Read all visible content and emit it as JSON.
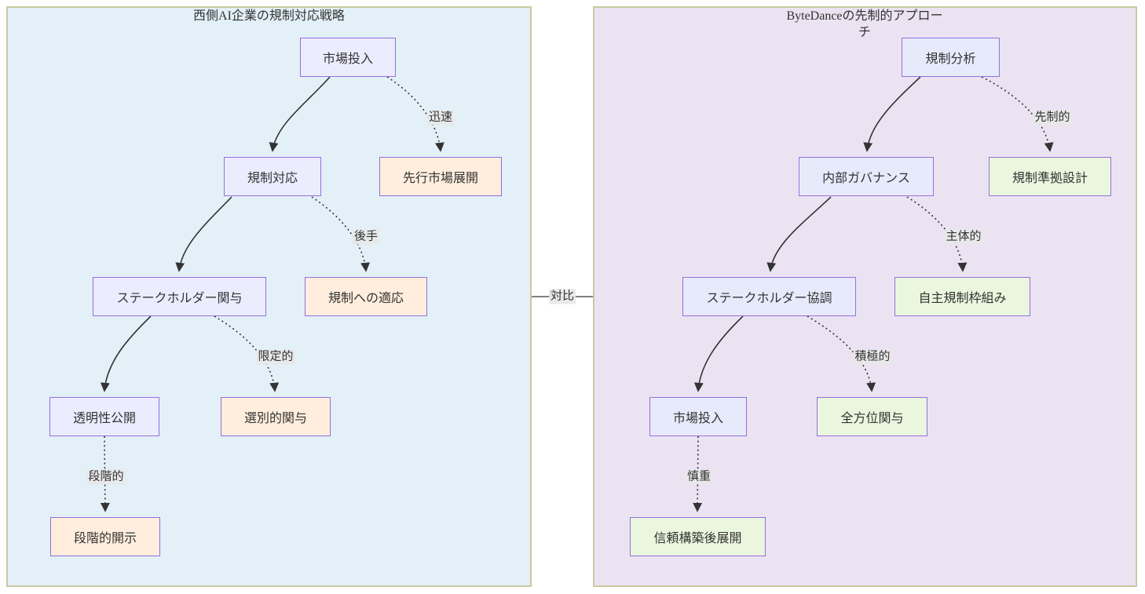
{
  "diagram_type": "mermaid-flowchart-comparison",
  "panels": [
    {
      "id": "western",
      "title": "西側AI企業の規制対応戦略",
      "background": "#e3f0f7",
      "border_color": "#c9c9a0"
    },
    {
      "id": "bytedance",
      "title": "ByteDanceの先制的アプローチ",
      "background": "#ebe3f2",
      "border_color": "#c9c9a0"
    }
  ],
  "nodes": [
    {
      "id": "A",
      "panel": "western",
      "label": "市場投入",
      "style": "lavender"
    },
    {
      "id": "B",
      "panel": "western",
      "label": "規制対応",
      "style": "lavender"
    },
    {
      "id": "C",
      "panel": "western",
      "label": "先行市場展開",
      "style": "peach"
    },
    {
      "id": "D",
      "panel": "western",
      "label": "ステークホルダー関与",
      "style": "lavender"
    },
    {
      "id": "E",
      "panel": "western",
      "label": "規制への適応",
      "style": "peach"
    },
    {
      "id": "F",
      "panel": "western",
      "label": "透明性公開",
      "style": "lavender"
    },
    {
      "id": "G",
      "panel": "western",
      "label": "選別的関与",
      "style": "peach"
    },
    {
      "id": "H",
      "panel": "western",
      "label": "段階的開示",
      "style": "peach"
    },
    {
      "id": "I",
      "panel": "bytedance",
      "label": "規制分析",
      "style": "lavender"
    },
    {
      "id": "J",
      "panel": "bytedance",
      "label": "内部ガバナンス",
      "style": "lavender"
    },
    {
      "id": "K",
      "panel": "bytedance",
      "label": "規制準拠設計",
      "style": "green"
    },
    {
      "id": "L",
      "panel": "bytedance",
      "label": "ステークホルダー協調",
      "style": "lavender"
    },
    {
      "id": "M",
      "panel": "bytedance",
      "label": "自主規制枠組み",
      "style": "green"
    },
    {
      "id": "N",
      "panel": "bytedance",
      "label": "市場投入",
      "style": "lavender"
    },
    {
      "id": "O",
      "panel": "bytedance",
      "label": "全方位関与",
      "style": "green"
    },
    {
      "id": "P",
      "panel": "bytedance",
      "label": "信頼構築後展開",
      "style": "green"
    }
  ],
  "edges": [
    {
      "from": "市場投入",
      "to": "規制対応",
      "style": "solid",
      "label": ""
    },
    {
      "from": "市場投入",
      "to": "先行市場展開",
      "style": "dotted",
      "label": "迅速"
    },
    {
      "from": "規制対応",
      "to": "ステークホルダー関与",
      "style": "solid",
      "label": ""
    },
    {
      "from": "規制対応",
      "to": "規制への適応",
      "style": "dotted",
      "label": "後手"
    },
    {
      "from": "ステークホルダー関与",
      "to": "透明性公開",
      "style": "solid",
      "label": ""
    },
    {
      "from": "ステークホルダー関与",
      "to": "選別的関与",
      "style": "dotted",
      "label": "限定的"
    },
    {
      "from": "透明性公開",
      "to": "段階的開示",
      "style": "dotted",
      "label": "段階的"
    },
    {
      "from": "規制分析",
      "to": "内部ガバナンス",
      "style": "solid",
      "label": ""
    },
    {
      "from": "規制分析",
      "to": "規制準拠設計",
      "style": "dotted",
      "label": "先制的"
    },
    {
      "from": "内部ガバナンス",
      "to": "ステークホルダー協調",
      "style": "solid",
      "label": ""
    },
    {
      "from": "内部ガバナンス",
      "to": "自主規制枠組み",
      "style": "dotted",
      "label": "主体的"
    },
    {
      "from": "ステークホルダー協調",
      "to": "市場投入",
      "style": "solid",
      "label": ""
    },
    {
      "from": "ステークホルダー協調",
      "to": "全方位関与",
      "style": "dotted",
      "label": "積極的"
    },
    {
      "from": "市場投入",
      "to": "信頼構築後展開",
      "style": "dotted",
      "label": "慎重"
    },
    {
      "from": "西側AI企業の規制対応戦略",
      "to": "ByteDanceの先制的アプローチ",
      "style": "plain",
      "label": "対比"
    }
  ],
  "colors": {
    "node_lavender_fill": "#ececff",
    "node_lavender_alt_fill": "#e7eafb",
    "node_peach_fill": "#ffeedd",
    "node_green_fill": "#eaf6de",
    "node_border": "#9370DB",
    "edge_stroke": "#333333",
    "edge_label_bg": "#e8e8e8",
    "panel_border": "#c9c9a0",
    "western_panel_bg": "#e3f0f7",
    "bytedance_panel_bg": "#ebe3f2",
    "text": "#333333"
  }
}
